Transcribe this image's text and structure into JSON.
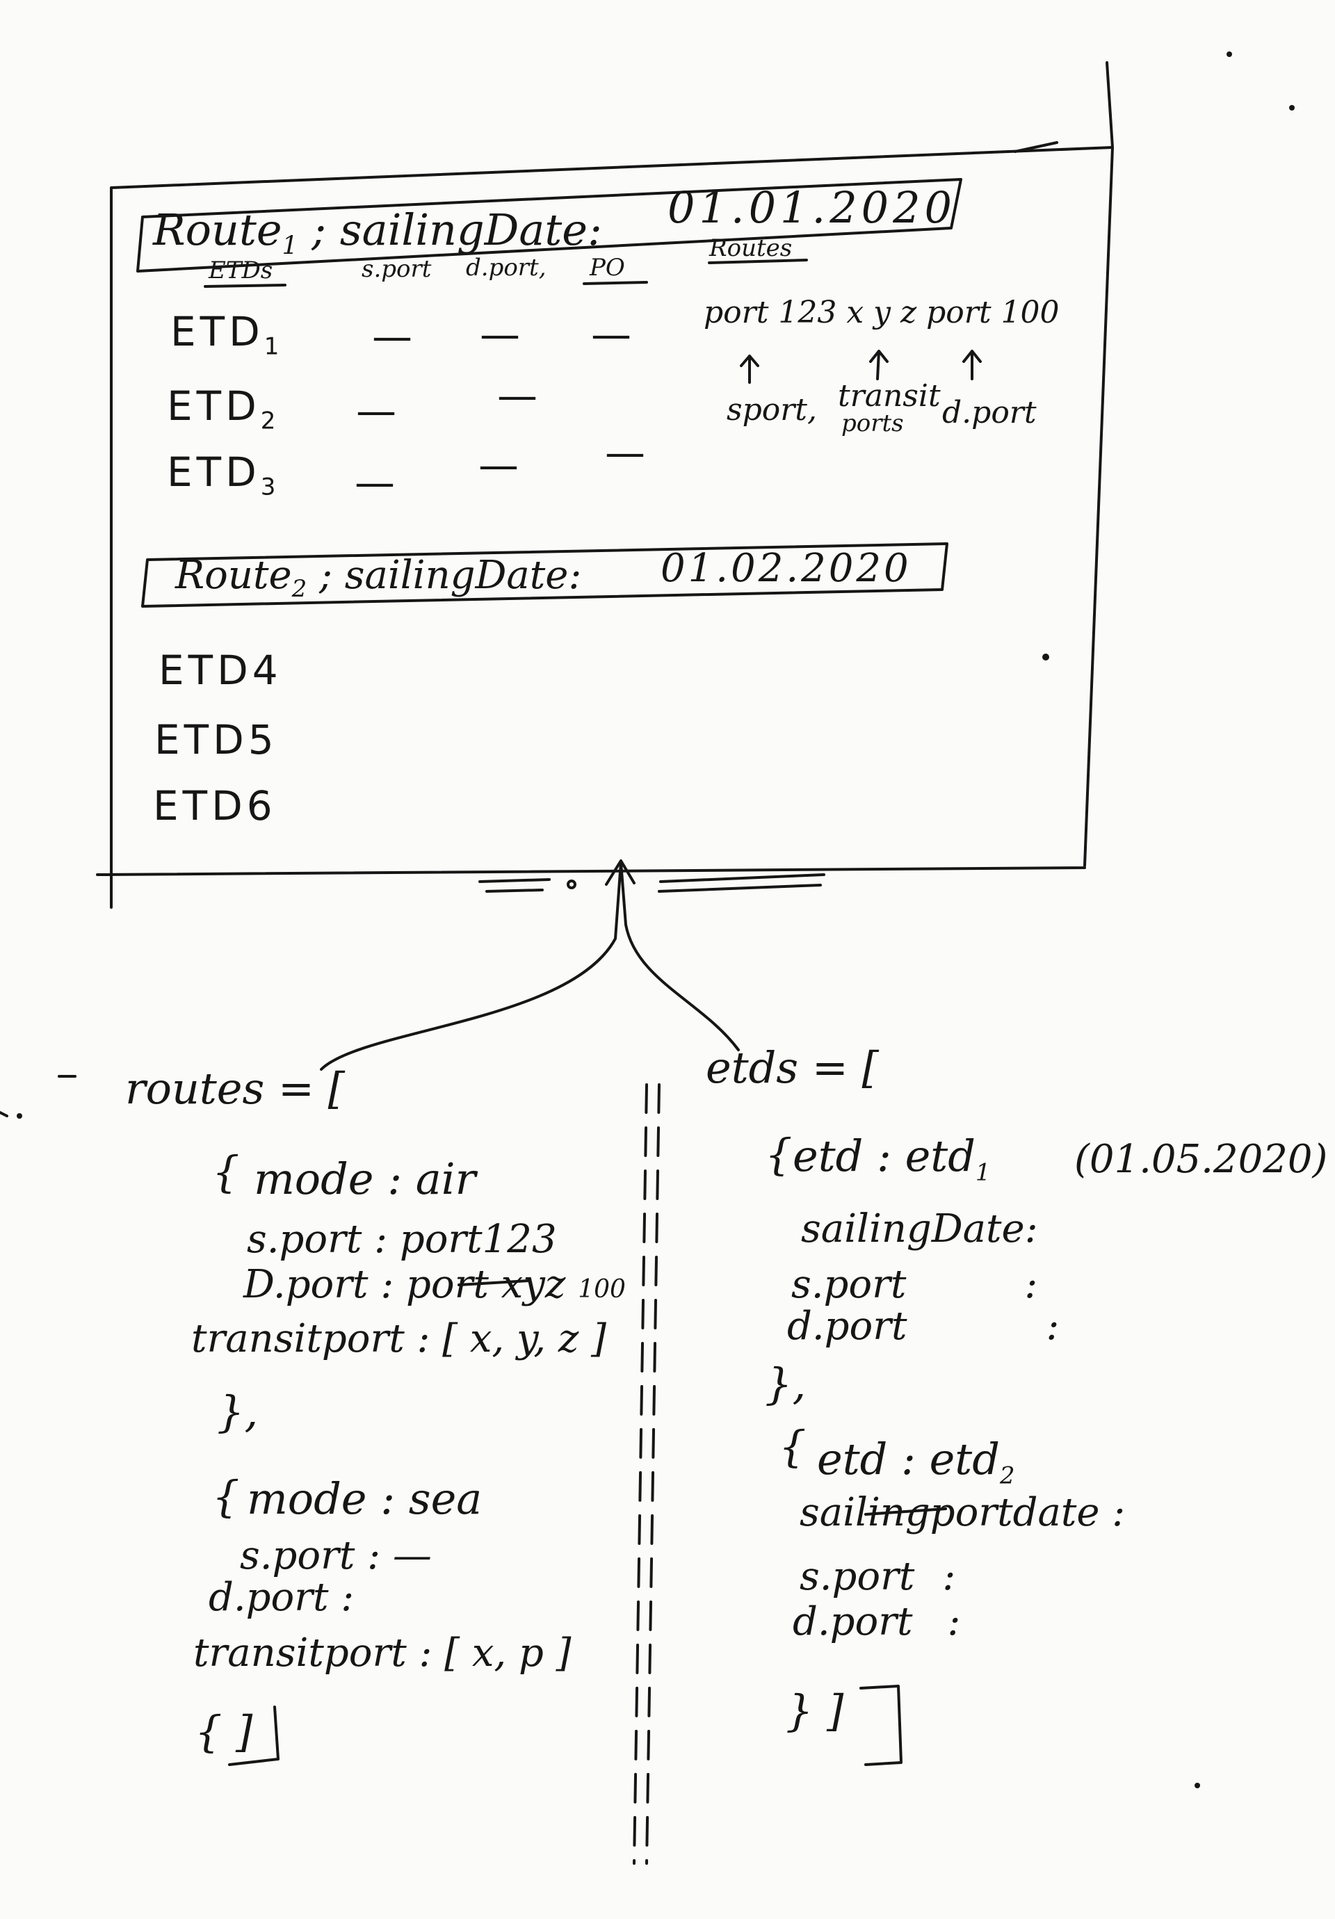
{
  "colors": {
    "ink": "#161616",
    "paper": "#fbfbfa"
  },
  "screen": {
    "route1": {
      "header": {
        "route": "Route",
        "route_sub": "1",
        "sep": ";",
        "sailing_date_label": "sailingDate",
        "sailing_date_colon": ":",
        "sailing_date_value": "01.01.2020"
      },
      "columns": [
        "ETDs",
        "s.port",
        "d.port,",
        "PO",
        "Routes"
      ],
      "rows": [
        {
          "label": "ETD",
          "sub": "1",
          "cells": [
            "—",
            "—",
            "—"
          ]
        },
        {
          "label": "ETD",
          "sub": "2",
          "cells": [
            "—",
            "—"
          ]
        },
        {
          "label": "ETD",
          "sub": "3",
          "cells": [
            "—",
            "—",
            "—"
          ]
        }
      ],
      "routes_example": "port 123  x y z  port 100",
      "annotations": [
        "sport,",
        "transit",
        "ports",
        "d.port"
      ]
    },
    "route2": {
      "header": {
        "route": "Route",
        "route_sub": "2",
        "sep": ";",
        "sailing_date_label": "sailingDate",
        "sailing_date_colon": ":",
        "sailing_date_value": "01.02.2020"
      },
      "rows": [
        "ETD4",
        "ETD5",
        "ETD6"
      ]
    }
  },
  "routes_array": {
    "header": "routes = [",
    "items": [
      {
        "open": "{",
        "mode": "mode : air",
        "s_port": "s.port : port123",
        "d_port": "D.port : port",
        "d_port_struck": "xyz",
        "d_port_tail": "100",
        "transit": "transitport : [ x, y, z ]",
        "close": "},"
      },
      {
        "open": "{",
        "mode": "mode : sea",
        "s_port": "s.port :  —",
        "d_port": "d.port :",
        "transit": "transitport : [ x, p ]",
        "close": "{ ]"
      }
    ]
  },
  "etds_array": {
    "header": "etds = [",
    "items": [
      {
        "open": "{",
        "etd": "etd",
        "etd_value": "etd",
        "etd_value_sub": "1",
        "etd_date": "(01.05.2020)",
        "sailing_date": "sailingDate:",
        "s_port": "s.port",
        "d_port": "d.port",
        "close": "},"
      },
      {
        "open": "{",
        "etd": "etd : etd",
        "etd_sub": "2",
        "sailing_date": "sailing",
        "sailing_struck": "port",
        "sailing_tail": "date :",
        "s_port": "s.port",
        "d_port": "d.port",
        "close": "}   ]"
      }
    ]
  }
}
